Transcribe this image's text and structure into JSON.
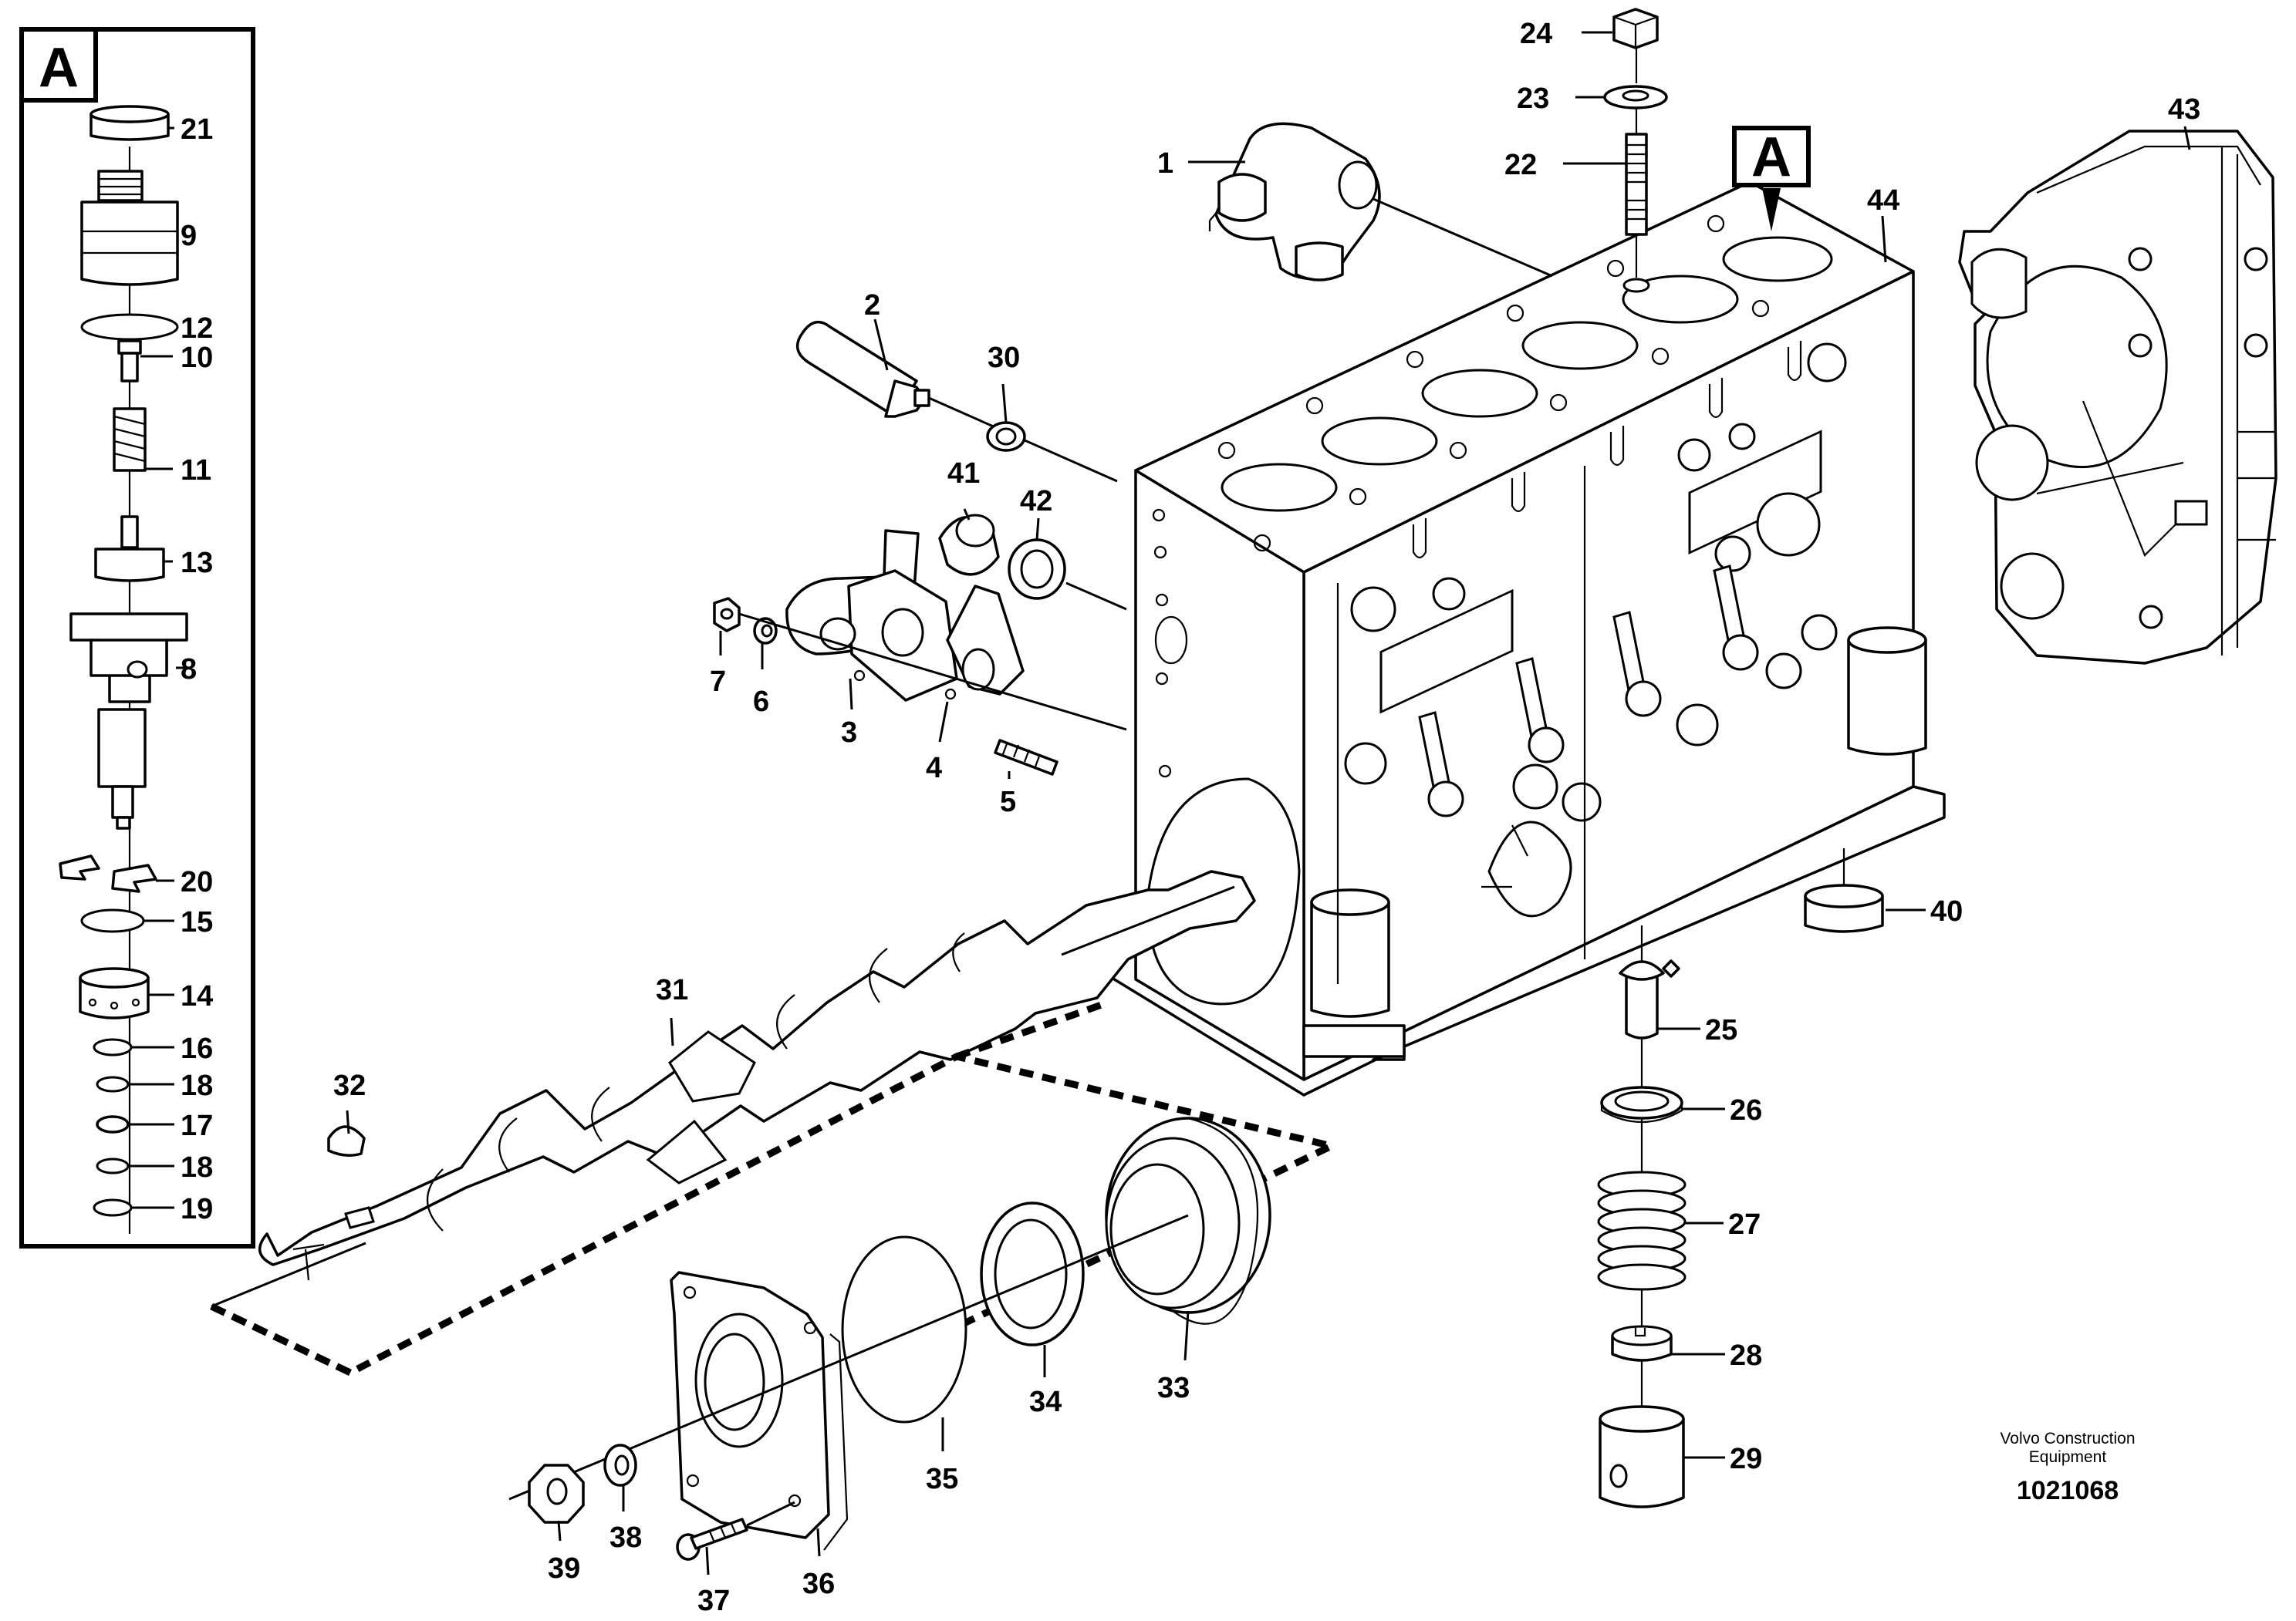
{
  "detail_marker": "A",
  "credit": {
    "line1": "Volvo Construction",
    "line2": "Equipment"
  },
  "drawing_number": "1021068",
  "labels": {
    "p1": "1",
    "p2": "2",
    "p3": "3",
    "p4": "4",
    "p5": "5",
    "p6": "6",
    "p7": "7",
    "p8": "8",
    "p9": "9",
    "p10": "10",
    "p11": "11",
    "p12": "12",
    "p13": "13",
    "p14": "14",
    "p15": "15",
    "p16": "16",
    "p17": "17",
    "p18a": "18",
    "p18b": "18",
    "p19": "19",
    "p20": "20",
    "p21": "21",
    "p22": "22",
    "p23": "23",
    "p24": "24",
    "p25": "25",
    "p26": "26",
    "p27": "27",
    "p28": "28",
    "p29": "29",
    "p30": "30",
    "p31": "31",
    "p32": "32",
    "p33": "33",
    "p34": "34",
    "p35": "35",
    "p36": "36",
    "p37": "37",
    "p38": "38",
    "p39": "39",
    "p40": "40",
    "p41": "41",
    "p42": "42",
    "p43": "43",
    "p44": "44"
  }
}
